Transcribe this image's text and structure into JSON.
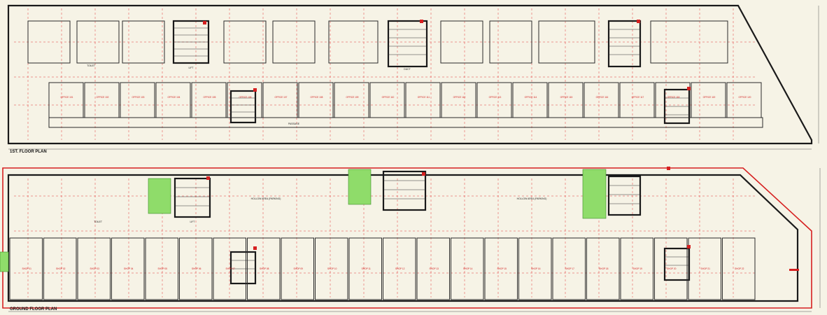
{
  "plans": [
    {
      "id": "first",
      "title": "1ST. FLOOR PLAN"
    },
    {
      "id": "ground",
      "title": "GROUND FLOOR PLAN"
    }
  ],
  "first_floor": {
    "units": [
      {
        "name": "OFFICE 101"
      },
      {
        "name": "OFFICE 102"
      },
      {
        "name": "OFFICE 103"
      },
      {
        "name": "OFFICE 104"
      },
      {
        "name": "OFFICE 105"
      },
      {
        "name": "OFFICE 106"
      },
      {
        "name": "OFFICE 107"
      },
      {
        "name": "OFFICE 108"
      },
      {
        "name": "OFFICE 109"
      },
      {
        "name": "OFFICE 110"
      },
      {
        "name": "OFFICE 111"
      },
      {
        "name": "OFFICE 112"
      },
      {
        "name": "OFFICE 113"
      },
      {
        "name": "OFFICE 114"
      },
      {
        "name": "OFFICE 115"
      },
      {
        "name": "OFFICE 116"
      },
      {
        "name": "OFFICE 117"
      },
      {
        "name": "OFFICE 118"
      },
      {
        "name": "OFFICE 119"
      },
      {
        "name": "OFFICE 120"
      }
    ],
    "labels": {
      "passage": "PASSAGE",
      "toilet": "TOILET",
      "lift": "LIFT",
      "duct": "DUCT"
    }
  },
  "ground_floor": {
    "units": [
      {
        "name": "SHOP 01"
      },
      {
        "name": "SHOP 02"
      },
      {
        "name": "SHOP 03"
      },
      {
        "name": "SHOP 04"
      },
      {
        "name": "SHOP 05"
      },
      {
        "name": "SHOP 06"
      },
      {
        "name": "SHOP 07"
      },
      {
        "name": "SHOP 08"
      },
      {
        "name": "SHOP 09"
      },
      {
        "name": "SHOP 10"
      },
      {
        "name": "SHOP 11"
      },
      {
        "name": "SHOP 12"
      },
      {
        "name": "SHOP 13"
      },
      {
        "name": "SHOP 14"
      },
      {
        "name": "SHOP 15"
      },
      {
        "name": "SHOP 16"
      },
      {
        "name": "SHOP 17"
      },
      {
        "name": "SHOP 18"
      },
      {
        "name": "SHOP 19"
      },
      {
        "name": "SHOP 20"
      },
      {
        "name": "SHOP 21"
      },
      {
        "name": "SHOP 22"
      }
    ],
    "labels": {
      "parking": "HOLLOW AREA (PARKING)",
      "lift": "LIFT",
      "toilet": "TOILET"
    }
  },
  "colors": {
    "wall": "#1a1a1a",
    "grid": "#e23b3b",
    "outline": "#d62020",
    "greenery": "#8fdc6a",
    "background": "#f6f3e6"
  }
}
